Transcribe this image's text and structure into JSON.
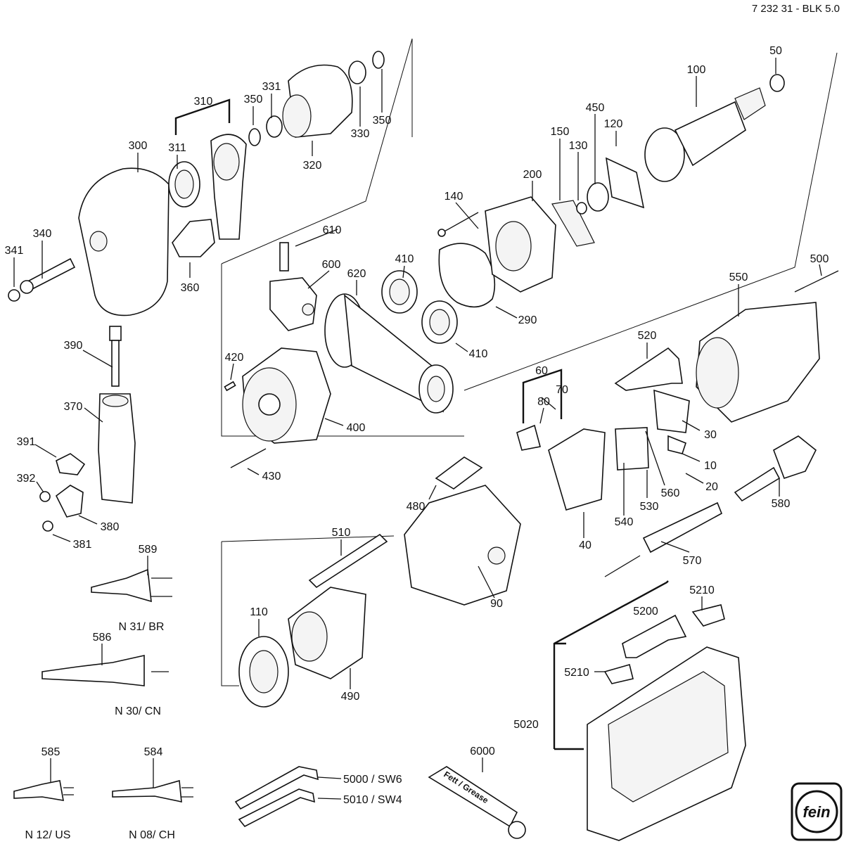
{
  "doc_id": "7 232 31 - BLK 5.0",
  "logo_text": "fein",
  "parts": [
    "50",
    "100",
    "450",
    "120",
    "150",
    "130",
    "200",
    "140",
    "290",
    "410",
    "410",
    "620",
    "600",
    "610",
    "300",
    "310",
    "311",
    "331",
    "350",
    "350",
    "330",
    "320",
    "341",
    "340",
    "360",
    "390",
    "370",
    "391",
    "392",
    "380",
    "381",
    "420",
    "400",
    "430",
    "500",
    "550",
    "520",
    "60",
    "70",
    "80",
    "30",
    "10",
    "20",
    "560",
    "540",
    "530",
    "580",
    "480",
    "40",
    "510",
    "90",
    "570",
    "110",
    "490",
    "5210",
    "5200",
    "5210",
    "5020",
    "6000"
  ],
  "tools": [
    {
      "code": "5000 / SW6"
    },
    {
      "code": "5010 / SW4"
    }
  ],
  "plugs": [
    {
      "num": "589",
      "name": "N 31/ BR"
    },
    {
      "num": "586",
      "name": "N 30/ CN"
    },
    {
      "num": "585",
      "name": "N 12/ US"
    },
    {
      "num": "584",
      "name": "N 08/ CH"
    }
  ],
  "tube_text": "Fett / Grease"
}
